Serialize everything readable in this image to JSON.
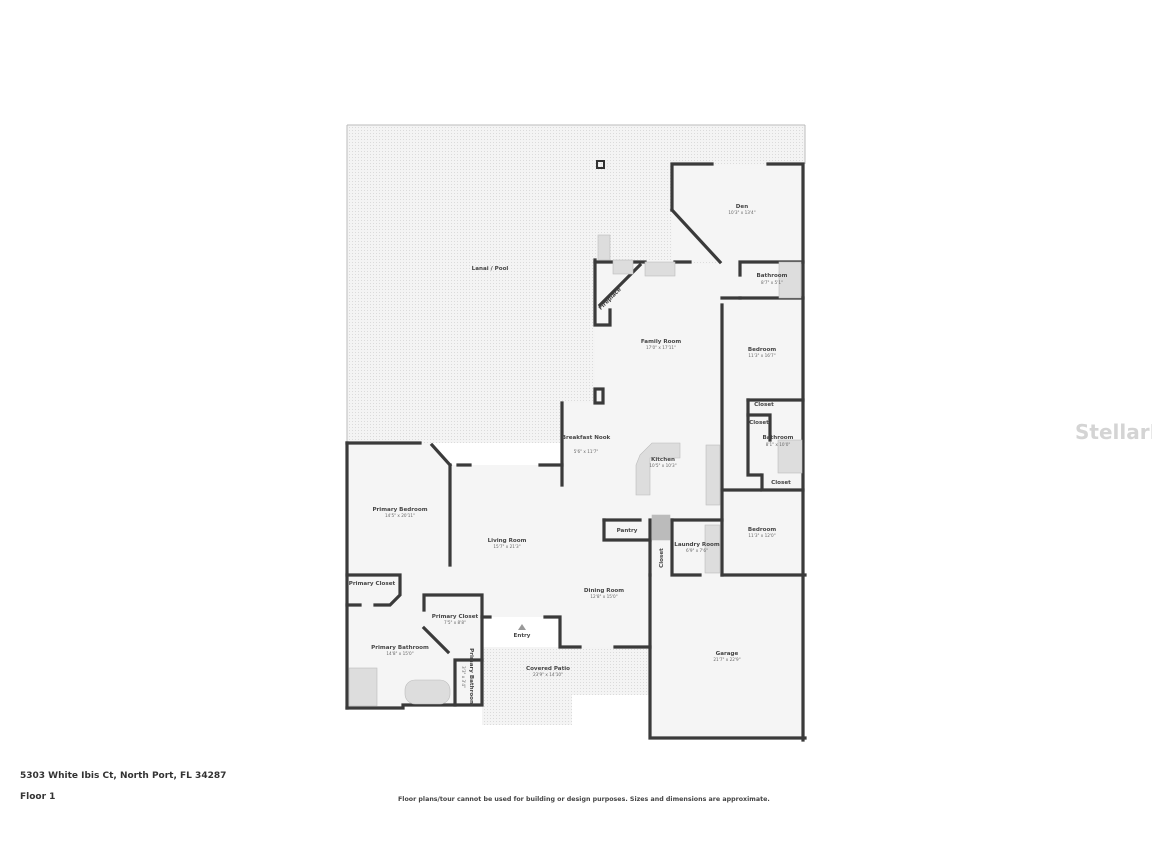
{
  "address": "5303 White Ibis Ct, North Port, FL 34287",
  "floor": "Floor 1",
  "disclaimer": "Floor plans/tour cannot be used for building or design purposes. Sizes and dimensions are approximate.",
  "watermark": "StellarMLS",
  "rooms": {
    "lanai": {
      "name": "Lanai / Pool",
      "dim": ""
    },
    "den": {
      "name": "Den",
      "dim": "10'3\" x 13'4\""
    },
    "bath1": {
      "name": "Bathroom",
      "dim": "8'7\" x 5'1\""
    },
    "family": {
      "name": "Family Room",
      "dim": "17'0\" x 17'11\""
    },
    "fireplace": {
      "name": "Fireplace",
      "dim": ""
    },
    "bed1": {
      "name": "Bedroom",
      "dim": "11'3\" x 16'7\""
    },
    "nook": {
      "name": "Breakfast Nook",
      "dim": "5'6\" x 11'7\""
    },
    "kitchen": {
      "name": "Kitchen",
      "dim": "10'5\" x 10'3\""
    },
    "closet1": {
      "name": "Closet",
      "dim": ""
    },
    "closet2": {
      "name": "Closet",
      "dim": ""
    },
    "bath2": {
      "name": "Bathroom",
      "dim": "8'1\" x 10'0\""
    },
    "closet3": {
      "name": "Closet",
      "dim": ""
    },
    "bed2": {
      "name": "Bedroom",
      "dim": "11'3\" x 12'0\""
    },
    "pantry": {
      "name": "Pantry",
      "dim": ""
    },
    "laundry": {
      "name": "Laundry Room",
      "dim": "6'9\" x 7'6\""
    },
    "closet4": {
      "name": "Closet",
      "dim": ""
    },
    "pbed": {
      "name": "Primary Bedroom",
      "dim": "14'5\" x 20'11\""
    },
    "living": {
      "name": "Living Room",
      "dim": "15'7\" x 21'3\""
    },
    "dining": {
      "name": "Dining Room",
      "dim": "12'8\" x 15'0\""
    },
    "pcloset1": {
      "name": "Primary Closet",
      "dim": ""
    },
    "pcloset2": {
      "name": "Primary Closet",
      "dim": "7'5\" x 8'8\""
    },
    "pbath": {
      "name": "Primary Bathroom",
      "dim": "14'8\" x 15'0\""
    },
    "pbath2": {
      "name": "Primary Bathroom",
      "dim": "3'3\" x 3'4\""
    },
    "entry": {
      "name": "Entry",
      "dim": ""
    },
    "patio": {
      "name": "Covered Patio",
      "dim": "23'9\" x 14'10\""
    },
    "garage": {
      "name": "Garage",
      "dim": "21'7\" x 22'9\""
    }
  }
}
